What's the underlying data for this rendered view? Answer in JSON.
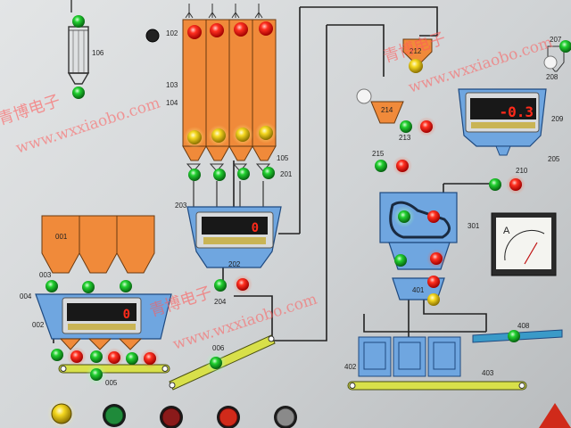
{
  "watermark": {
    "chinese": "青博电子",
    "url": "www.wxxiaobo.com"
  },
  "labels": {
    "l001": "001",
    "l002": "002",
    "l003": "003",
    "l004": "004",
    "l005": "005",
    "l006": "006",
    "l102": "102",
    "l103": "103",
    "l104": "104",
    "l105": "105",
    "l106": "106",
    "l201": "201",
    "l202": "202",
    "l203": "203",
    "l204": "204",
    "l205": "205",
    "l207": "207",
    "l208": "208",
    "l209": "209",
    "l210": "210",
    "l212": "212",
    "l213": "213",
    "l214": "214",
    "l215": "215",
    "l301": "301",
    "l401": "401",
    "l402": "402",
    "l403": "403",
    "l408": "408"
  },
  "displays": {
    "weigh_left": "0",
    "weigh_center": "0",
    "weigh_right": "-0.3"
  },
  "meter": {
    "unit": "A"
  },
  "colors": {
    "hopper_orange": "#f08a3a",
    "panel_blue": "#6fa6e0",
    "conveyor_yellow": "#d8e04a",
    "lamp_red": "#ff2020",
    "lamp_green": "#1fc830",
    "lamp_yellow": "#f2d21a"
  }
}
